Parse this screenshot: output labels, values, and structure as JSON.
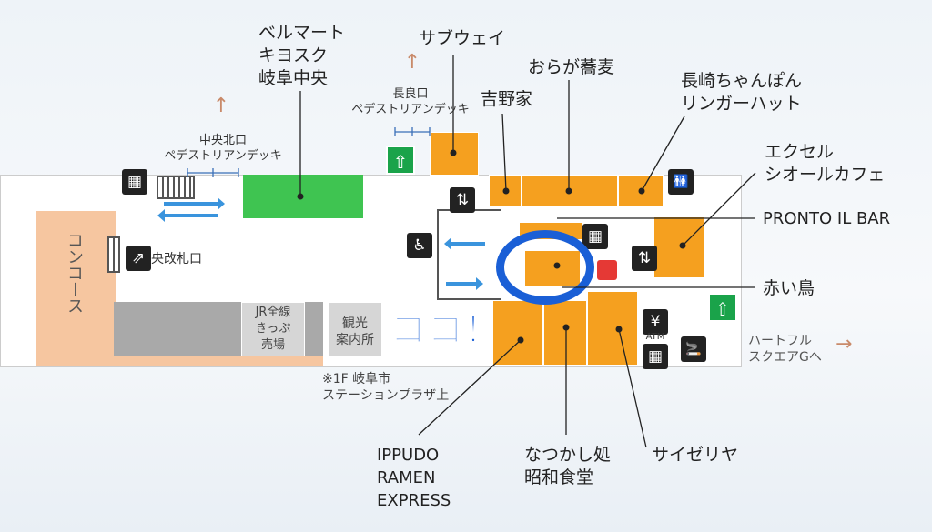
{
  "labels": {
    "bellmart": "ベルマート\nキヨスク\n岐阜中央",
    "subway": "サブウェイ",
    "oraga": "おらが蕎麦",
    "nagasaki": "長崎ちゃんぽん\nリンガーハット",
    "yoshinoya": "吉野家",
    "excelsior": "エクセル\nシオールカフェ",
    "pronto": "PRONTO IL BAR",
    "akaitori": "赤い鳥",
    "ippudo": "IPPUDO\nRAMEN\nEXPRESS",
    "natsukashi": "なつかし処\n昭和食堂",
    "saizeriya": "サイゼリヤ",
    "koko": "ココ！",
    "concourse": "コンコース",
    "heartful": "ハートフル\nスクエアGへ",
    "heartful_arrow": "→",
    "naganagara": "長良口\nペデストリアンデッキ",
    "naganagara_arrow": "↑",
    "chuo_kita": "中央北口\nペデストリアンデッキ",
    "chuo_kita_arrow": "↑",
    "jr_kippu": "JR全線\nきっぷ\n売場",
    "kanko": "観光\n案内所",
    "kaisatsu": "央改札口",
    "note": "※1F 岐阜市\nステーションプラザ上"
  },
  "icons": {
    "wheelchair": "♿",
    "restroom": "🚻",
    "atm": "¥",
    "atm_label": "ATM",
    "exit": "🏃",
    "escalator": "⇗",
    "stairs": "▦",
    "smoking": "🚬",
    "elevator": "⇅"
  },
  "colors": {
    "shop": "#f5a01f",
    "kiosk": "#3fc451",
    "concourse": "#f6c6a0",
    "highlight_ring": "#1a5fd6",
    "koko_text": "#1a5fd6",
    "arrow": "#3a94dd",
    "exit_green": "#1aa34a"
  }
}
